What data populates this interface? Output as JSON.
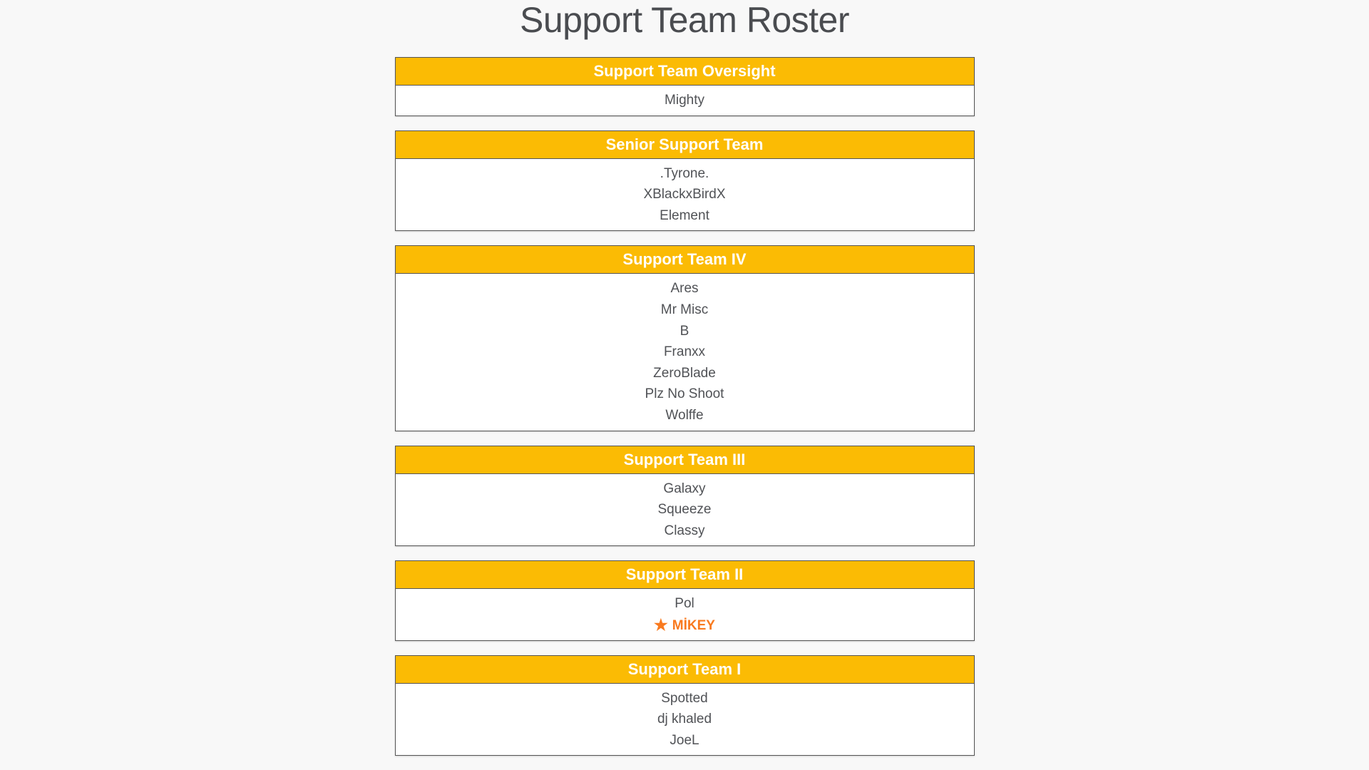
{
  "page_title": "Support Team Roster",
  "colors": {
    "header_bg": "#fbbb04",
    "highlight": "#f97a1f"
  },
  "teams": [
    {
      "name": "Support Team Oversight",
      "members": [
        {
          "name": "Mighty"
        }
      ]
    },
    {
      "name": "Senior Support Team",
      "members": [
        {
          "name": ".Tyrone."
        },
        {
          "name": "XBlackxBirdX"
        },
        {
          "name": "Element"
        }
      ]
    },
    {
      "name": "Support Team IV",
      "members": [
        {
          "name": "Ares"
        },
        {
          "name": "Mr Misc"
        },
        {
          "name": "B"
        },
        {
          "name": "Franxx"
        },
        {
          "name": "ZeroBlade"
        },
        {
          "name": "Plz No Shoot"
        },
        {
          "name": "Wolffe"
        }
      ]
    },
    {
      "name": "Support Team III",
      "members": [
        {
          "name": "Galaxy"
        },
        {
          "name": "Squeeze"
        },
        {
          "name": "Classy"
        }
      ]
    },
    {
      "name": "Support Team II",
      "members": [
        {
          "name": "Pol"
        },
        {
          "name": "MİKEY",
          "highlight": true,
          "icon": "star-icon"
        }
      ]
    },
    {
      "name": "Support Team I",
      "members": [
        {
          "name": "Spotted"
        },
        {
          "name": "dj khaled"
        },
        {
          "name": "JoeL"
        }
      ]
    }
  ]
}
